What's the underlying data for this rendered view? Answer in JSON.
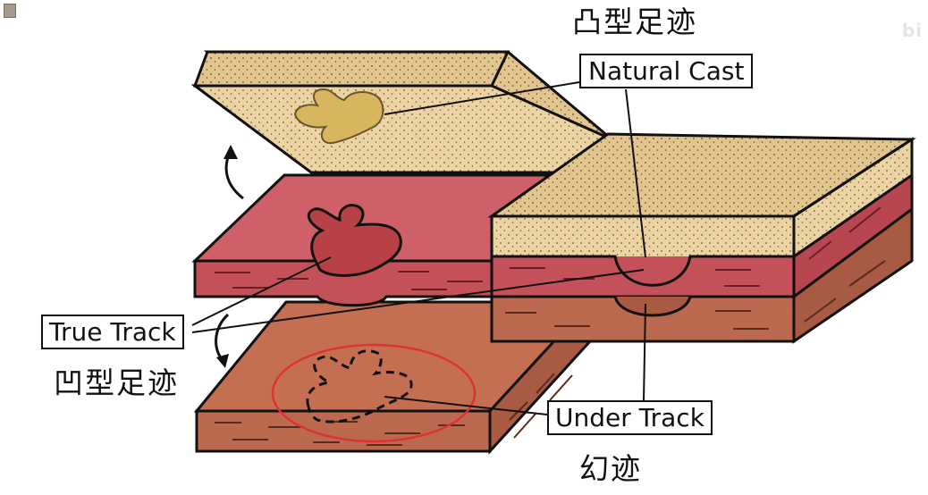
{
  "labels": {
    "natural_cast": "Natural Cast",
    "true_track": "True Track",
    "under_track": "Under Track"
  },
  "chinese": {
    "natural_cast": "凸型足迹",
    "true_track": "凹型足迹",
    "under_track": "幻迹"
  },
  "watermark": "bi",
  "colors": {
    "sand": "#ecd3a3",
    "red_layer": "#c4505a",
    "red_top": "#cf5f68",
    "brown_layer": "#bb6a4f",
    "footprint_red": "#b84145",
    "footprint_cast": "#d8b65e",
    "highlight_circle": "#e03030"
  }
}
